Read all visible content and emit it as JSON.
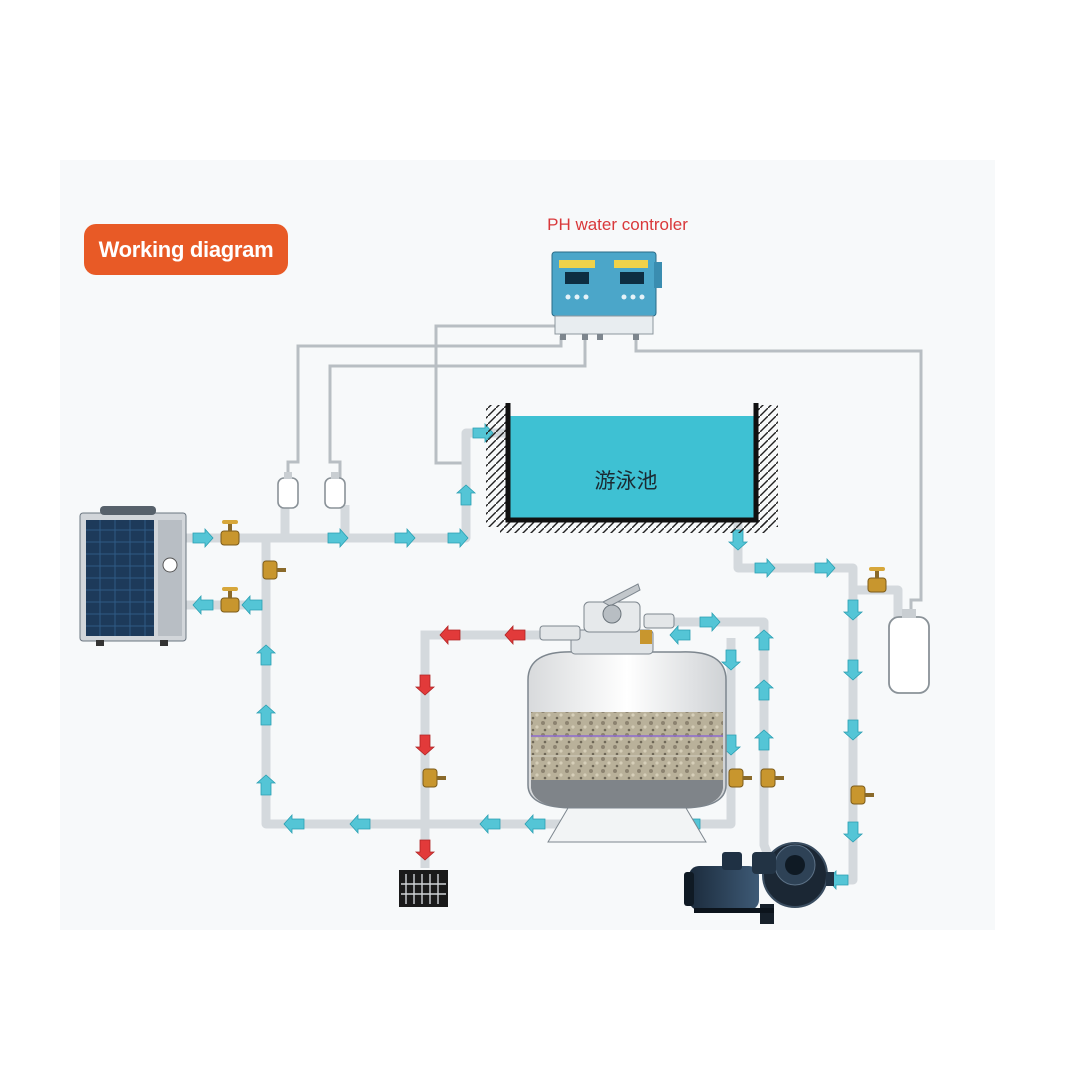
{
  "header": {
    "badge_label": "Working diagram",
    "controller_label": "PH water controler"
  },
  "pool": {
    "label": "游泳池"
  },
  "colors": {
    "badge_bg": "#e85a26",
    "controller_label": "#d9383a",
    "water": "#3ec1d3",
    "flow_arrow_clean": "#54c5d6",
    "flow_arrow_backwash": "#e23a3a",
    "pipe": "#d4d9dd"
  },
  "components": [
    {
      "icon": "heat-pump-icon"
    },
    {
      "icon": "ph-controller-icon"
    },
    {
      "icon": "swimming-pool-icon"
    },
    {
      "icon": "sand-filter-icon"
    },
    {
      "icon": "water-pump-icon"
    },
    {
      "icon": "chemical-bottle-icon"
    },
    {
      "icon": "drain-grate-icon"
    },
    {
      "icon": "valve-icon"
    }
  ]
}
